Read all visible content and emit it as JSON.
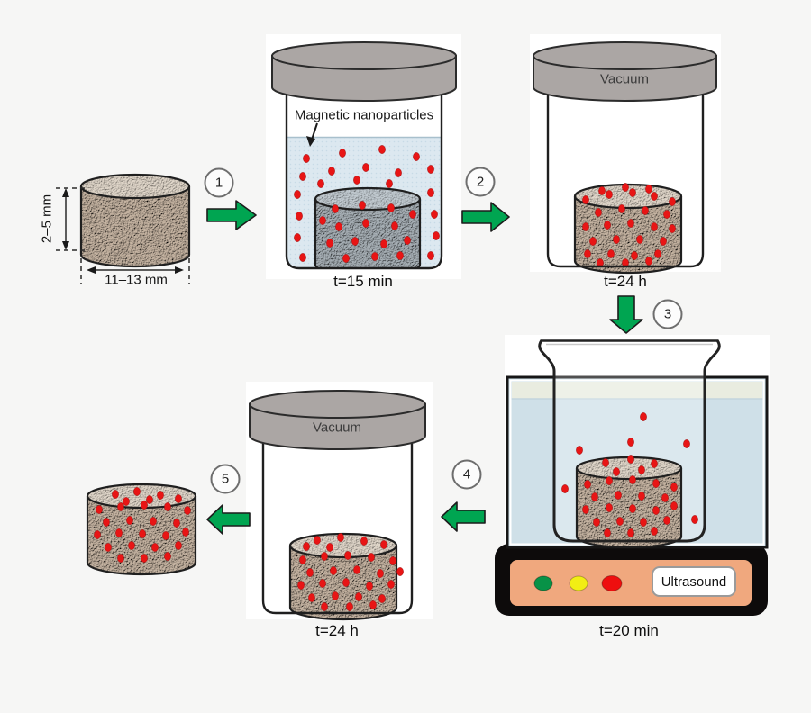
{
  "sample": {
    "height_label": "2–5 mm",
    "diameter_label": "11–13 mm"
  },
  "steps": [
    {
      "number": "1",
      "jar_annotation": "Magnetic nanoparticles",
      "caption": "t=15 min"
    },
    {
      "number": "2",
      "lid_label": "Vacuum",
      "caption": "t=24 h"
    },
    {
      "number": "3",
      "device_label": "Ultrasound",
      "caption": "t=20 min"
    },
    {
      "number": "4",
      "lid_label": "Vacuum",
      "caption": "t=24 h"
    },
    {
      "number": "5"
    }
  ],
  "colors": {
    "nanoparticle_red": "#e81515",
    "arrow_green": "#00a551",
    "lid_gray": "#aba6a4",
    "jar_liquid_blue": "#dce8f0",
    "bath_liquid_blue": "#cfe0e8",
    "device_panel_orange": "#f0a87e",
    "indicator_green": "#089247",
    "indicator_yellow": "#f2ee14",
    "indicator_red": "#ee0f0f",
    "stone_tan": "#b9a795",
    "submerged_stone_gray": "#a6afb5"
  }
}
